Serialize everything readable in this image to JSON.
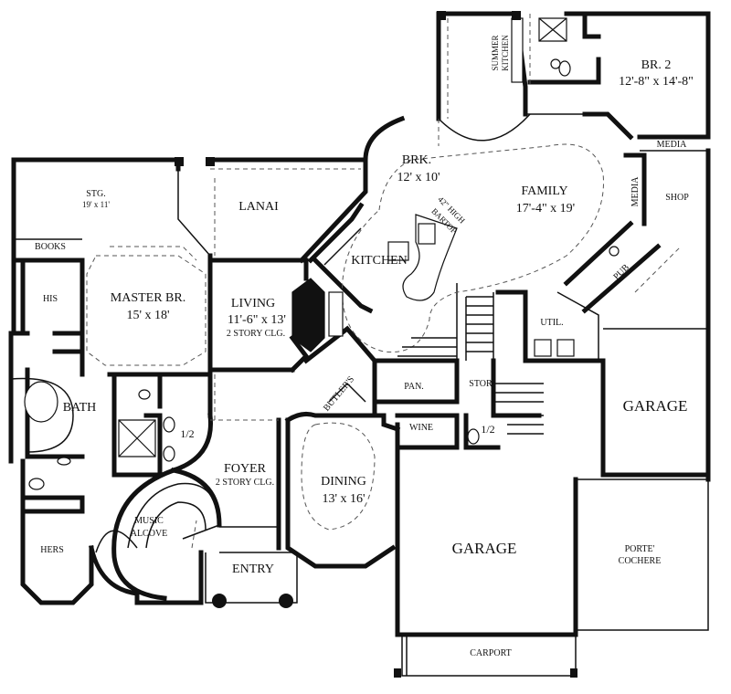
{
  "rooms": {
    "summer_kitchen": {
      "line1": "SUMMER",
      "line2": "KITCHEN"
    },
    "br2": {
      "name": "BR. 2",
      "dims": "12'-8\" x 14'-8\""
    },
    "media": "MEDIA",
    "brk": {
      "name": "BRK.",
      "dims": "12' x 10'"
    },
    "family": {
      "name": "FAMILY",
      "dims": "17'-4\" x 19'"
    },
    "shop": "SHOP",
    "stg": {
      "name": "STG.",
      "dims": "19' x 11'"
    },
    "lanai": "LANAI",
    "bartop": {
      "line1": "42\" HIGH",
      "line2": "BARTOP"
    },
    "kitchen": "KITCHEN",
    "books": "BOOKS",
    "his": "HIS",
    "master": {
      "name": "MASTER BR.",
      "dims": "15' x 18'"
    },
    "living": {
      "name": "LIVING",
      "dims": "11'-6\" x 13'",
      "note": "2 STORY CLG."
    },
    "pub": "PUB",
    "util": "UTIL.",
    "bath": "BATH",
    "butlers": "BUTLER'S",
    "pan": "PAN.",
    "stor": "STOR",
    "garage1": "GARAGE",
    "half1": "1/2",
    "wine": "WINE",
    "half2": "1/2",
    "foyer": {
      "name": "FOYER",
      "note": "2 STORY CLG."
    },
    "dining": {
      "name": "DINING",
      "dims": "13' x 16'"
    },
    "music": {
      "line1": "MUSIC",
      "line2": "ALCOVE"
    },
    "garage2": "GARAGE",
    "porte": {
      "line1": "PORTE'",
      "line2": "COCHERE"
    },
    "hers": "HERS",
    "entry": "ENTRY",
    "carport": "CARPORT"
  }
}
